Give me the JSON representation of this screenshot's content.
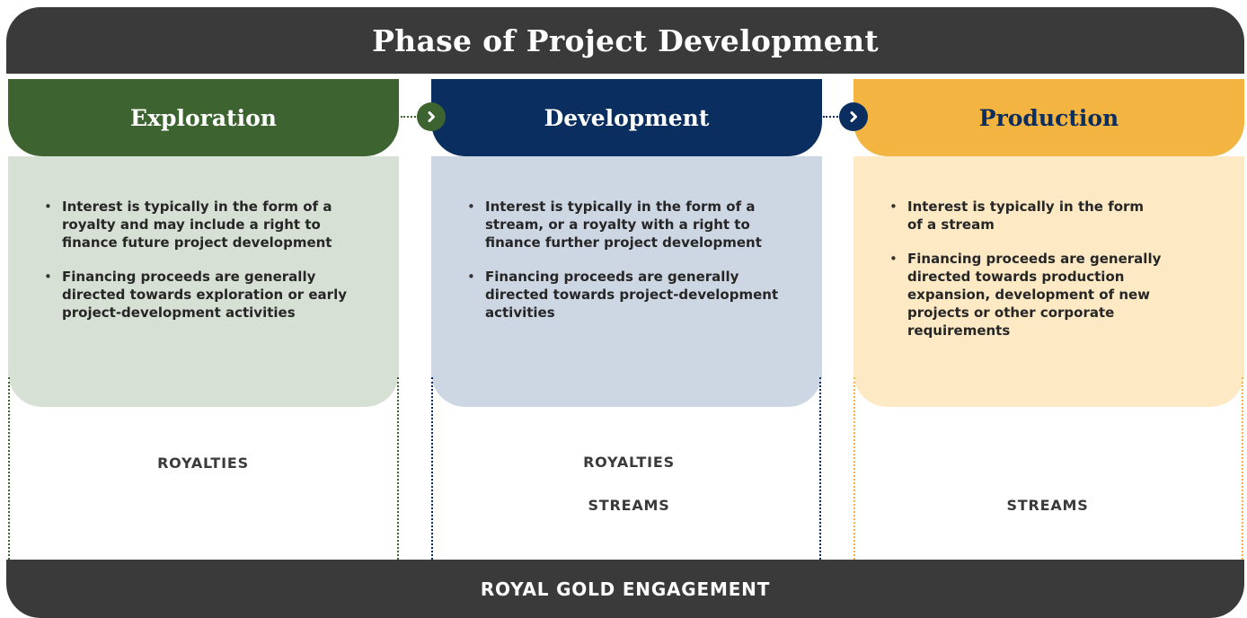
{
  "title": "Phase of Project Development",
  "footer": "ROYAL GOLD ENGAGEMENT",
  "phases": [
    {
      "name": "Exploration",
      "header_color": "#3d6430",
      "header_text_color": "#ffffff",
      "body_color": "#d7e0d4",
      "bullets": [
        "Interest is typically in the form of a royalty and may include a right to finance future project development",
        "Financing proceeds are generally directed towards exploration or early project-development activities"
      ],
      "engagement": [
        "ROYALTIES"
      ]
    },
    {
      "name": "Development",
      "header_color": "#0b2e60",
      "header_text_color": "#ffffff",
      "body_color": "#cdd6e3",
      "bullets": [
        "Interest is typically in the form of a stream, or a royalty with a right to finance further project development",
        "Financing proceeds are generally directed towards project-development activities"
      ],
      "engagement": [
        "ROYALTIES",
        "STREAMS"
      ]
    },
    {
      "name": "Production",
      "header_color": "#f3b441",
      "header_text_color": "#0b2e60",
      "body_color": "#fdeac4",
      "bullets": [
        "Interest is typically in the form of a stream",
        "Financing proceeds are generally directed towards production expansion, development of new projects or other corporate requirements"
      ],
      "engagement": [
        "STREAMS"
      ]
    }
  ],
  "colors": {
    "bar": "#3a3a3a",
    "arrow1": "#3d6430",
    "arrow2": "#0b2e60"
  },
  "icons": [
    "chevron-right-icon",
    "chevron-right-icon"
  ]
}
